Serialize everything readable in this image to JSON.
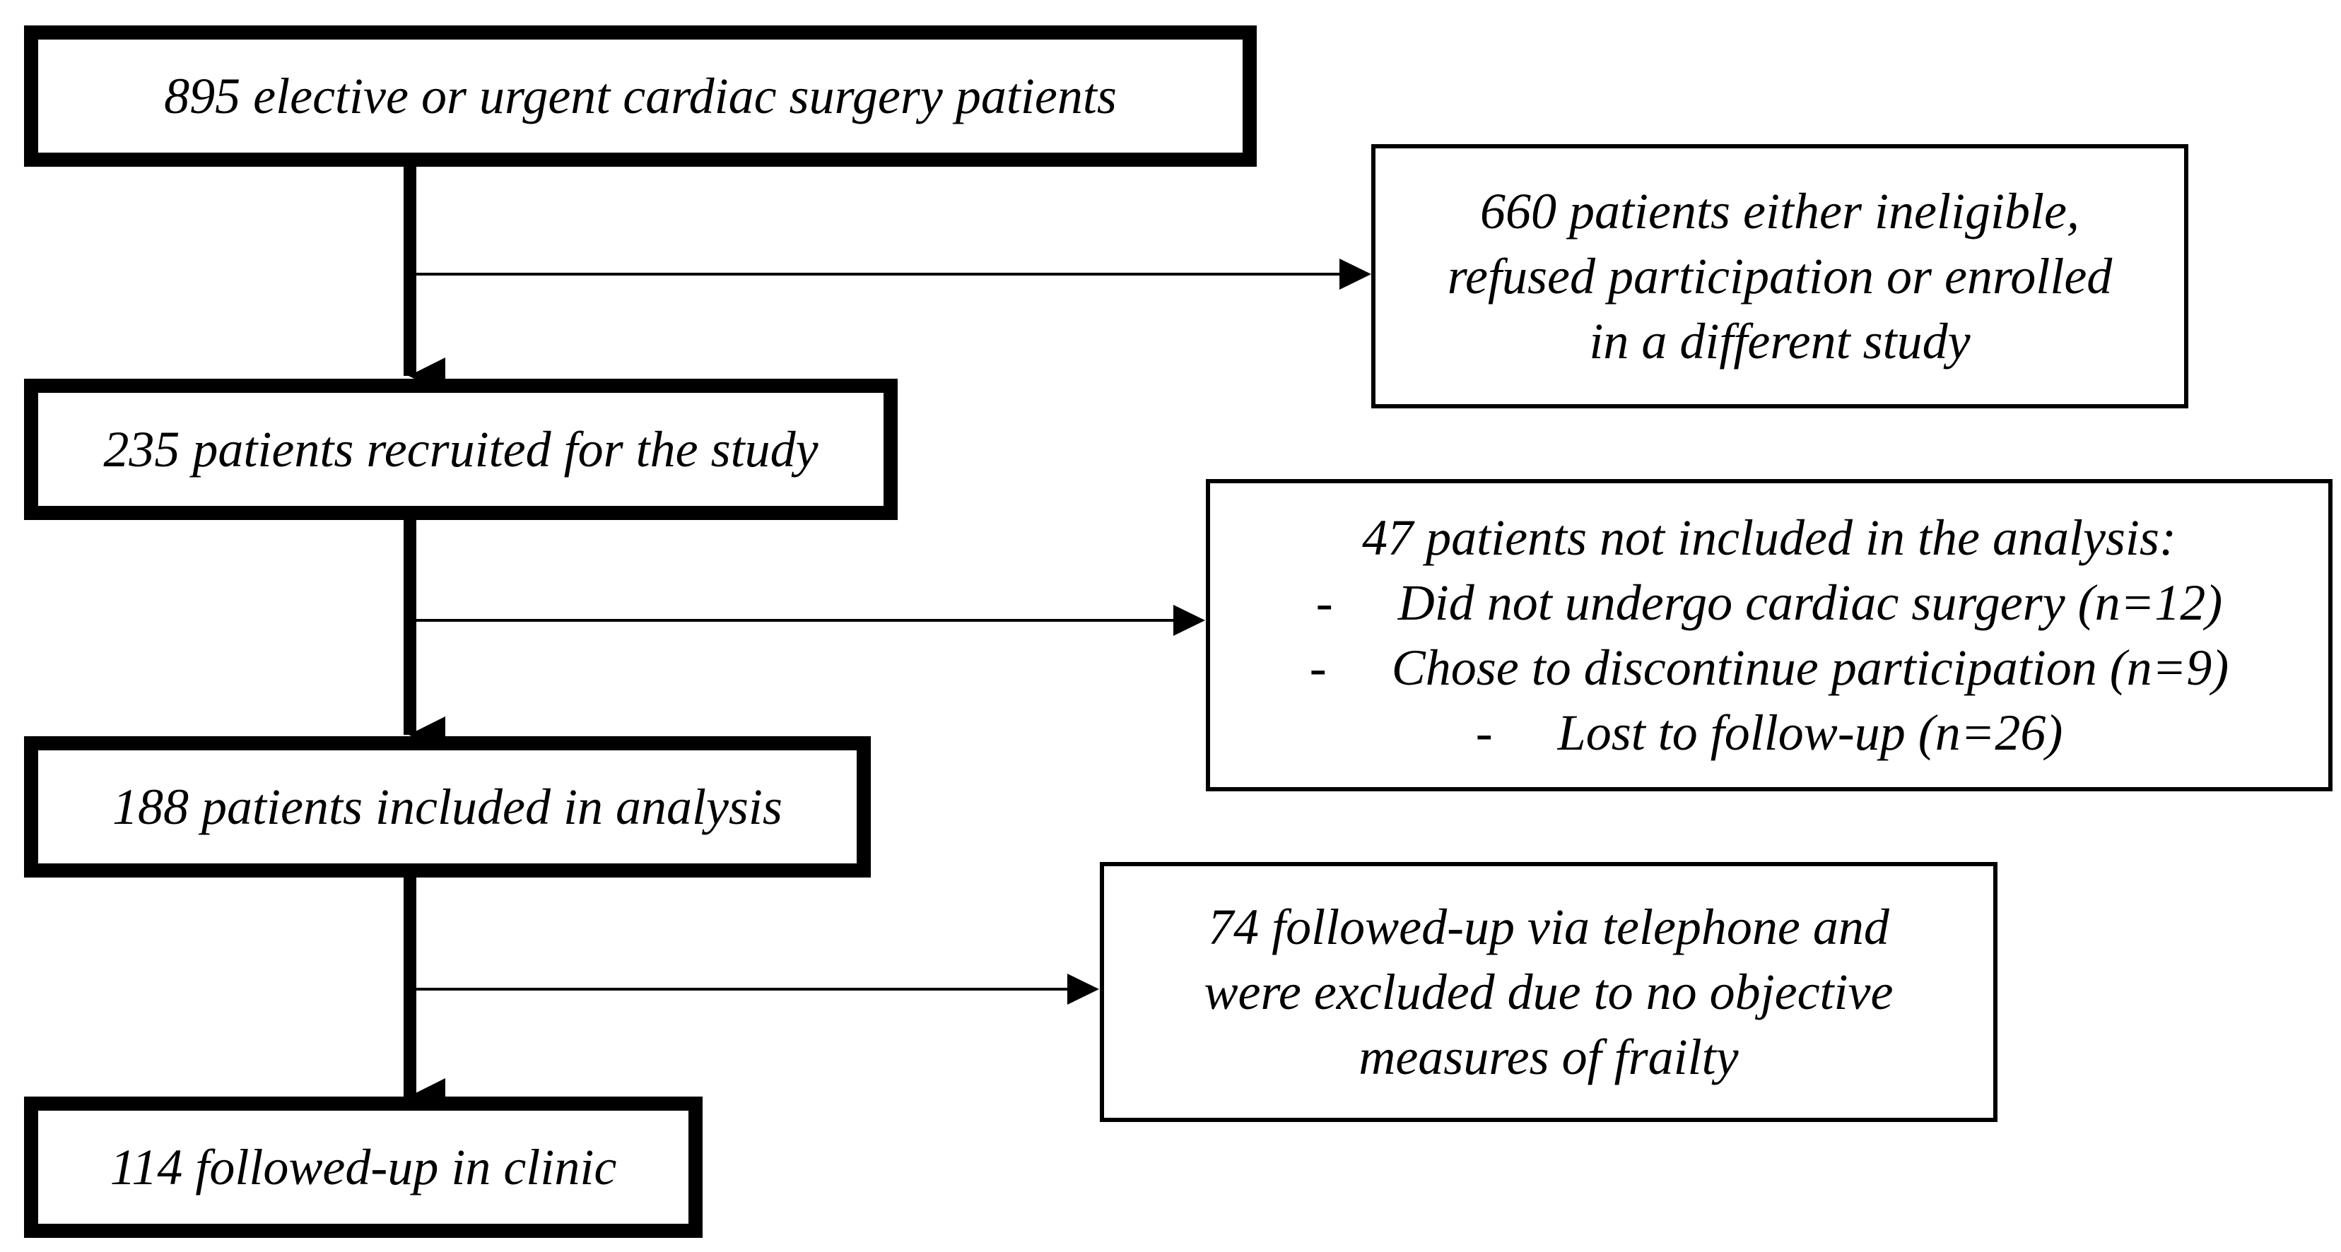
{
  "flowchart": {
    "steps": [
      {
        "text": "895 elective or urgent cardiac surgery patients"
      },
      {
        "text": "235 patients recruited for the study"
      },
      {
        "text": "188 patients included in analysis"
      },
      {
        "text": "114 followed-up in clinic"
      }
    ],
    "exclusions": [
      {
        "lines": [
          "660 patients either ineligible,",
          "refused participation or enrolled",
          "in a different study"
        ]
      },
      {
        "heading": "47 patients not included in the analysis:",
        "items": [
          {
            "dash": "-",
            "text": "Did not undergo cardiac surgery (n=12)"
          },
          {
            "dash": "-",
            "text": "Chose to discontinue participation (n=9)"
          },
          {
            "dash": "-",
            "text": "Lost to follow-up (n=26)"
          }
        ]
      },
      {
        "lines": [
          "74 followed-up via telephone and",
          "were excluded due to no objective",
          "measures of frailty"
        ]
      }
    ]
  }
}
